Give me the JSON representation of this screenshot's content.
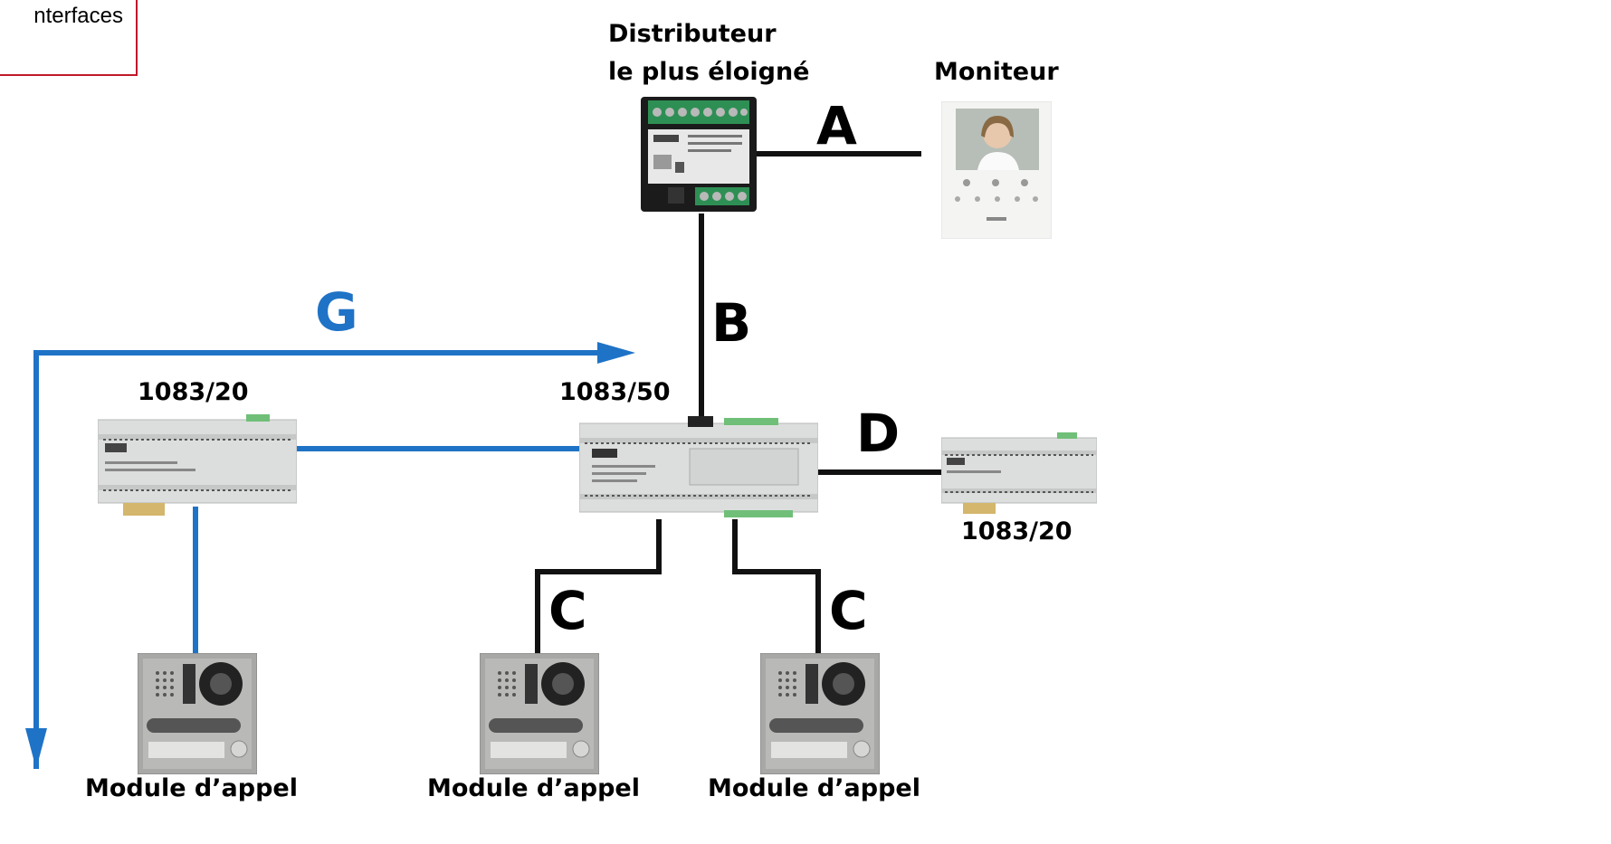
{
  "legend": {
    "text": "nterfaces"
  },
  "labels": {
    "distributor_line1": "Distributeur",
    "distributor_line2": "le plus éloigné",
    "monitor": "Moniteur",
    "riser_adapter": "1083/50",
    "power_left": "1083/20",
    "power_right": "1083/20",
    "module_1": "Module d’appel",
    "module_2": "Module d’appel",
    "module_3": "Module d’appel"
  },
  "segments": {
    "a": "A",
    "b": "B",
    "c1": "C",
    "c2": "C",
    "d": "D",
    "g": "G"
  },
  "colors": {
    "wire_black": "#111111",
    "wire_blue": "#1f73c6",
    "legend_border": "#c0182a"
  }
}
